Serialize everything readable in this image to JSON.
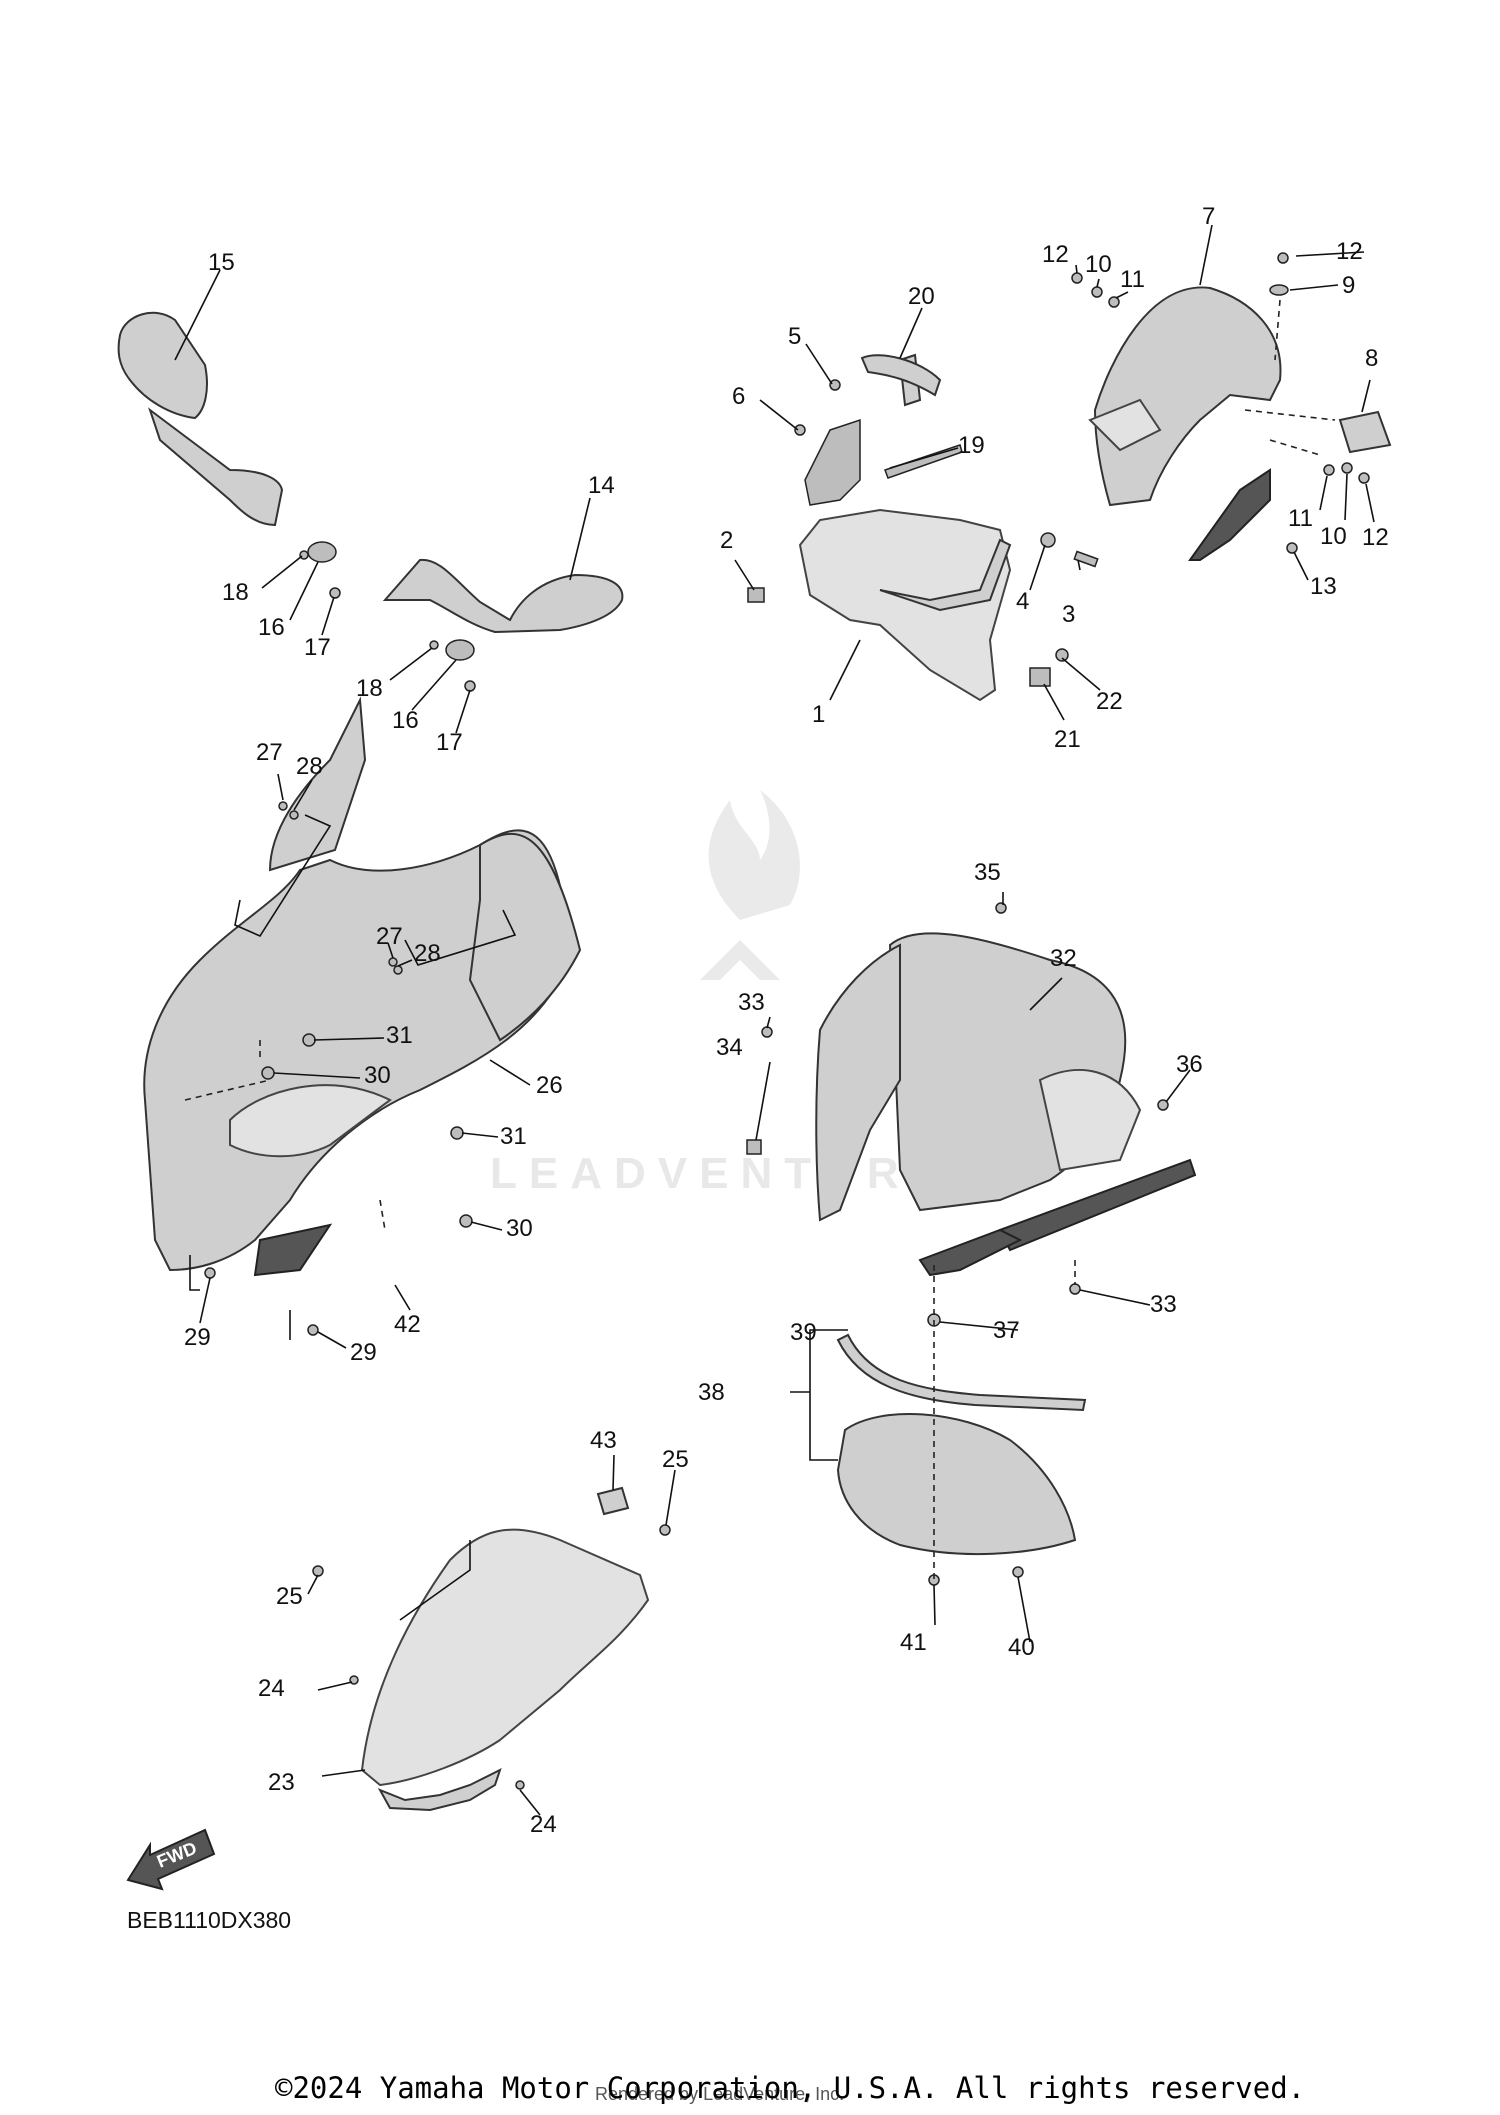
{
  "watermark": {
    "text": "LEADVENTURE"
  },
  "diagram_code": "BEB1110DX380",
  "fwd_label": "FWD",
  "copyright": "©2024 Yamaha Motor Corporation, U.S.A. All rights reserved.",
  "rendered_by": "Rendered by LeadVenture, Inc.",
  "callouts": {
    "c1": "1",
    "c2": "2",
    "c3": "3",
    "c4": "4",
    "c5": "5",
    "c6": "6",
    "c7": "7",
    "c8": "8",
    "c9": "9",
    "c10a": "10",
    "c10b": "10",
    "c11a": "11",
    "c11b": "11",
    "c12a": "12",
    "c12b": "12",
    "c12c": "12",
    "c13": "13",
    "c14": "14",
    "c15": "15",
    "c16a": "16",
    "c16b": "16",
    "c17a": "17",
    "c17b": "17",
    "c18a": "18",
    "c18b": "18",
    "c19": "19",
    "c20": "20",
    "c21": "21",
    "c22": "22",
    "c23": "23",
    "c24a": "24",
    "c24b": "24",
    "c25a": "25",
    "c25b": "25",
    "c26": "26",
    "c27a": "27",
    "c27b": "27",
    "c28a": "28",
    "c28b": "28",
    "c29a": "29",
    "c29b": "29",
    "c30a": "30",
    "c30b": "30",
    "c31a": "31",
    "c31b": "31",
    "c32": "32",
    "c33a": "33",
    "c33b": "33",
    "c34": "34",
    "c35": "35",
    "c36": "36",
    "c37": "37",
    "c38": "38",
    "c39": "39",
    "c40": "40",
    "c41": "41",
    "c42": "42",
    "c43": "43"
  }
}
